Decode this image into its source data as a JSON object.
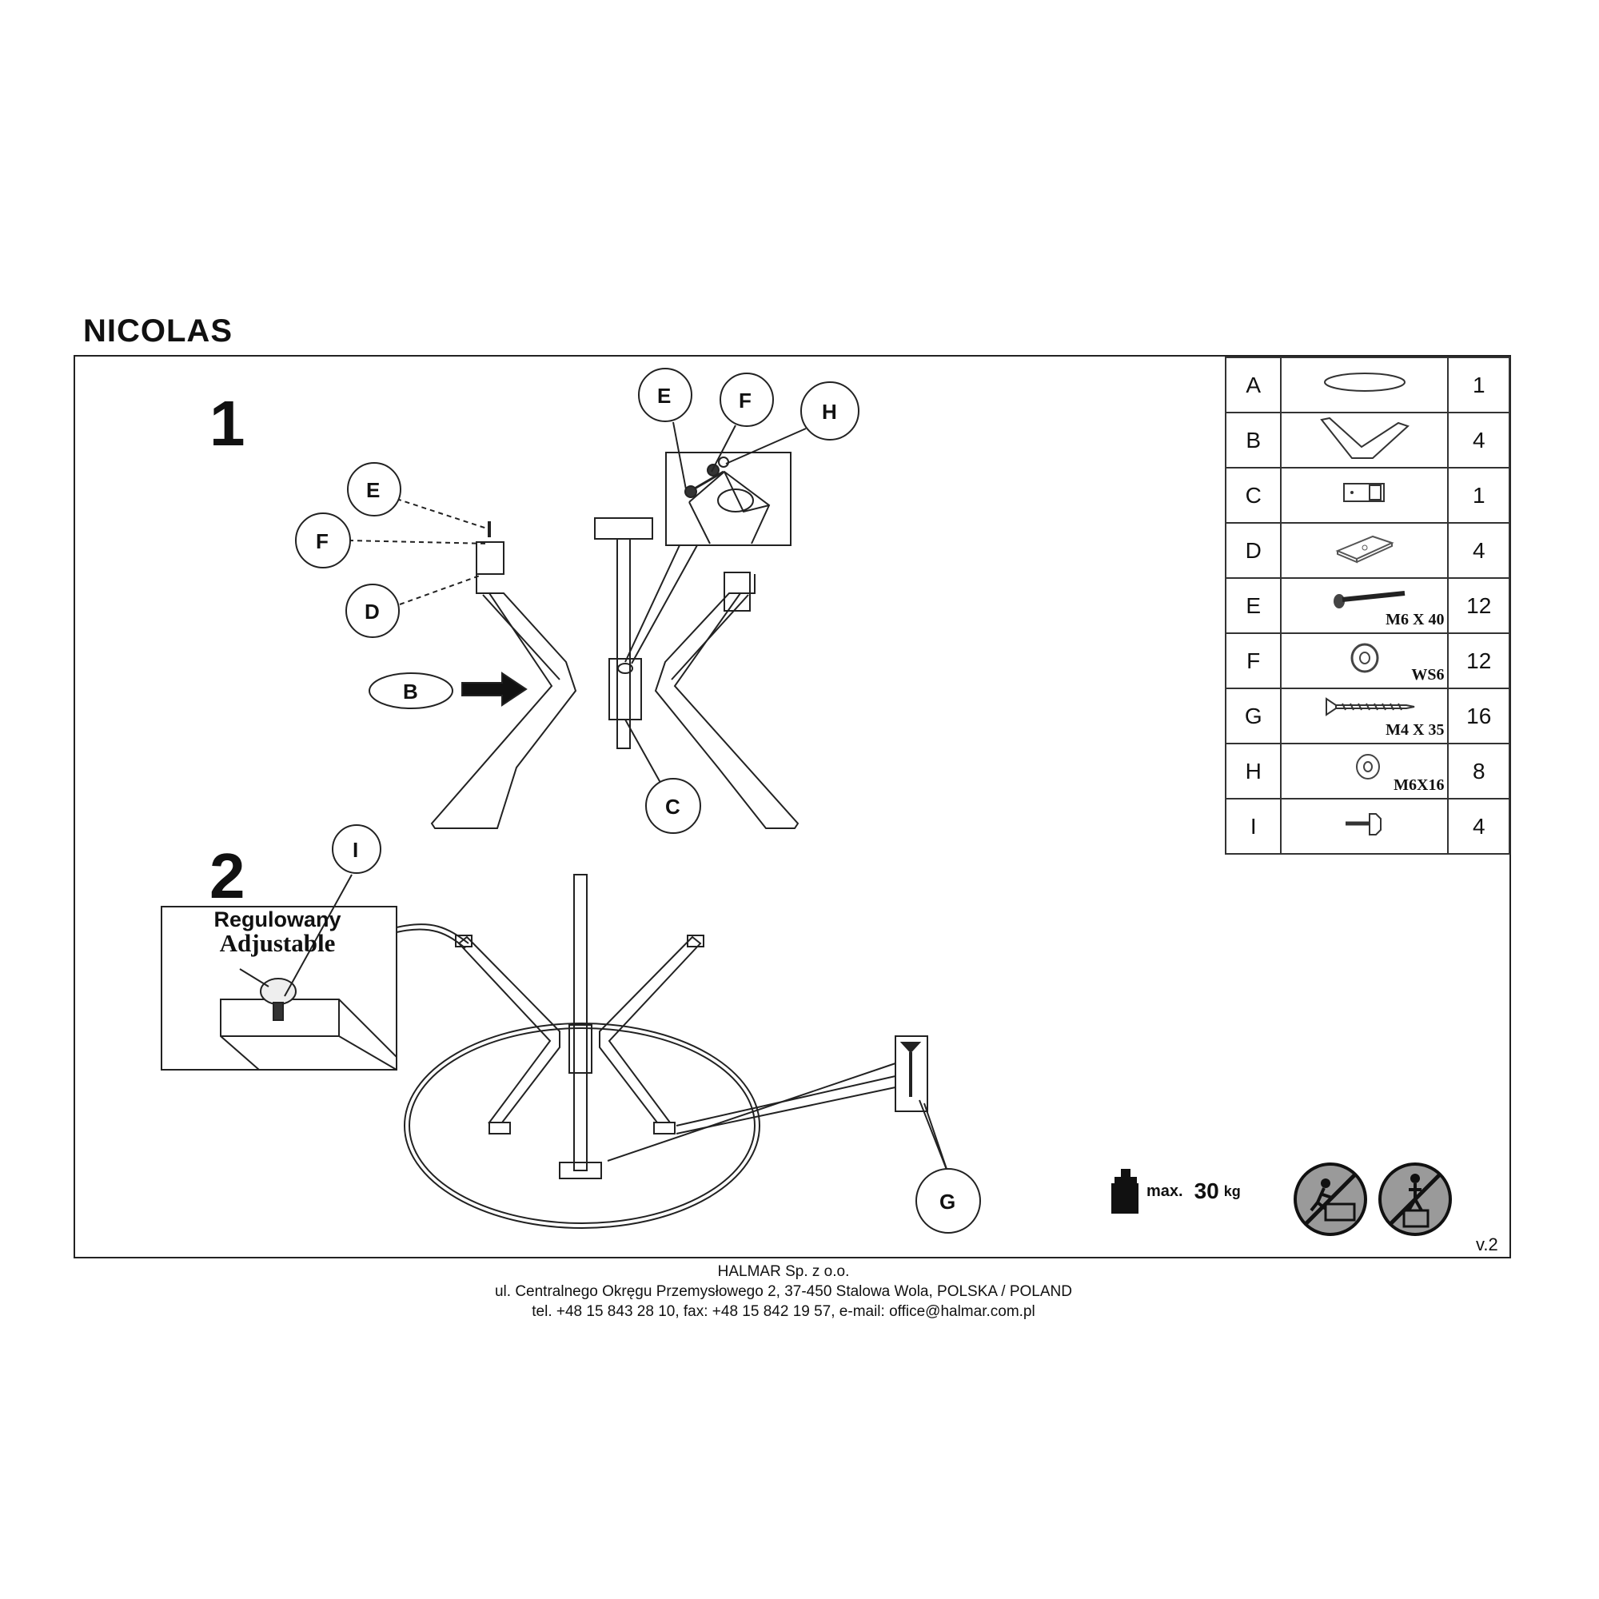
{
  "document": {
    "title": "NICOLAS",
    "version": "v.2"
  },
  "steps": {
    "step1": "1",
    "step2": "2"
  },
  "callouts": {
    "e_top": "E",
    "f_top": "F",
    "h_top": "H",
    "e_left": "E",
    "f_left": "F",
    "d_left": "D",
    "b": "B",
    "c": "C",
    "i": "I",
    "g": "G"
  },
  "adjustable": {
    "pl": "Regulowany",
    "en": "Adjustable"
  },
  "parts": [
    {
      "letter": "A",
      "qty": "1",
      "spec": "",
      "icon": "tabletop-icon"
    },
    {
      "letter": "B",
      "qty": "4",
      "spec": "",
      "icon": "leg-icon"
    },
    {
      "letter": "C",
      "qty": "1",
      "spec": "",
      "icon": "connector-plate-icon"
    },
    {
      "letter": "D",
      "qty": "4",
      "spec": "",
      "icon": "mounting-block-icon"
    },
    {
      "letter": "E",
      "qty": "12",
      "spec": "M6 X 40",
      "icon": "bolt-icon"
    },
    {
      "letter": "F",
      "qty": "12",
      "spec": "WS6",
      "icon": "spring-washer-icon"
    },
    {
      "letter": "G",
      "qty": "16",
      "spec": "M4 X 35",
      "icon": "wood-screw-icon"
    },
    {
      "letter": "H",
      "qty": "8",
      "spec": "M6X16",
      "icon": "washer-icon"
    },
    {
      "letter": "I",
      "qty": "4",
      "spec": "",
      "icon": "adjustable-foot-icon"
    }
  ],
  "max_load": {
    "label": "max.",
    "value": "30",
    "unit": "kg"
  },
  "footer": {
    "company": "HALMAR Sp. z o.o.",
    "address": "ul. Centralnego Okręgu Przemysłowego 2, 37-450 Stalowa Wola, POLSKA / POLAND",
    "contact": "tel. +48 15 843 28 10, fax: +48 15 842 19 57, e-mail: office@halmar.com.pl"
  },
  "warning_icons": [
    "no-climbing-icon",
    "no-standing-icon"
  ]
}
